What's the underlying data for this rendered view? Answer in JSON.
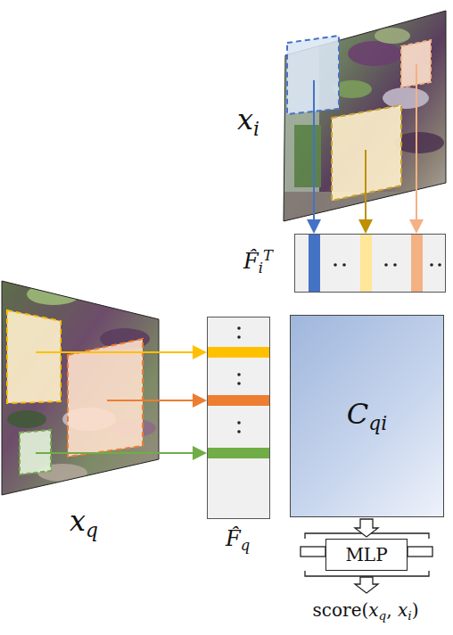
{
  "diagram": {
    "nodes": [
      {
        "text": [
          "xi"
        ]
      },
      {
        "text": [
          "F̂iT"
        ]
      },
      {
        "text": [
          "xq"
        ]
      },
      {
        "text": [
          "F̂q"
        ]
      },
      {
        "text": [
          "Cqi"
        ]
      },
      {
        "text": [
          "MLP"
        ]
      },
      {
        "text": [
          "score(xq, xi)"
        ]
      }
    ],
    "edges": [
      {
        "from": 4,
        "to": 5,
        "arrow": "to"
      },
      {
        "from": 5,
        "to": 6,
        "arrow": "to"
      }
    ]
  }
}
